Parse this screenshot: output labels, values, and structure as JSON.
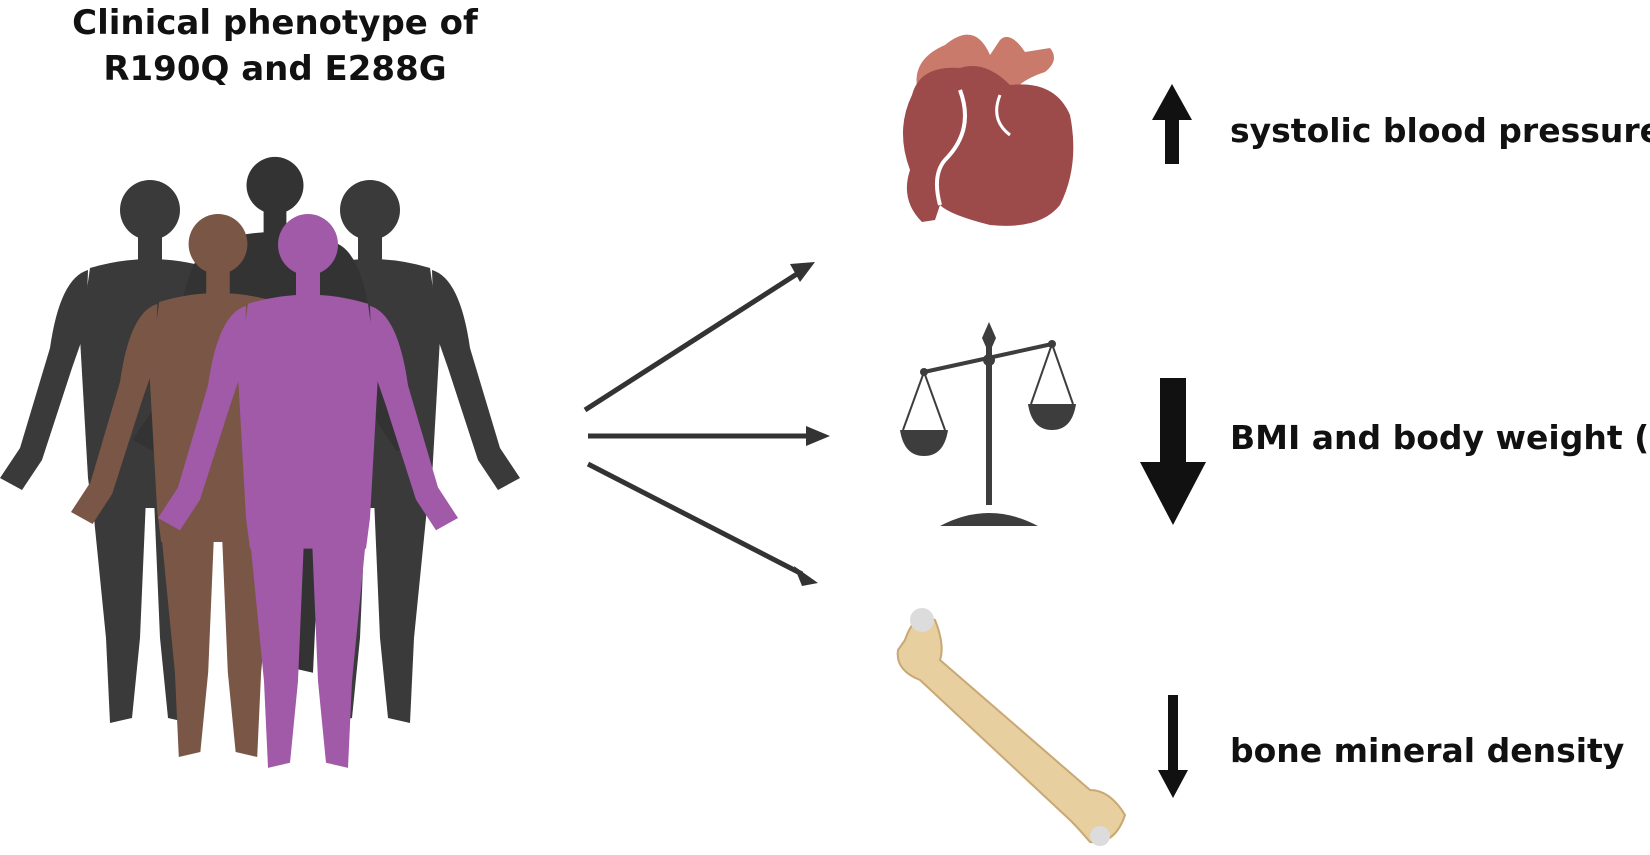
{
  "title": {
    "line1": "Clinical phenotype of",
    "line2": "R190Q and E288G"
  },
  "outcomes": [
    {
      "label": "systolic blood pressure",
      "direction": "up",
      "organ": "heart-icon"
    },
    {
      "label": "BMI and body weight (kg)",
      "direction": "down",
      "organ": "scale-icon"
    },
    {
      "label": "bone mineral density",
      "direction": "down",
      "organ": "bone-icon"
    }
  ],
  "colors": {
    "figure_dark": "#3a3a3a",
    "figure_brown": "#7a5646",
    "figure_purple": "#a05aa8",
    "heart": "#9c4a4a",
    "heart_aorta": "#c97a6a",
    "scale": "#3d3d3d",
    "bone": "#e8cfa0",
    "arrow": "#111111"
  }
}
